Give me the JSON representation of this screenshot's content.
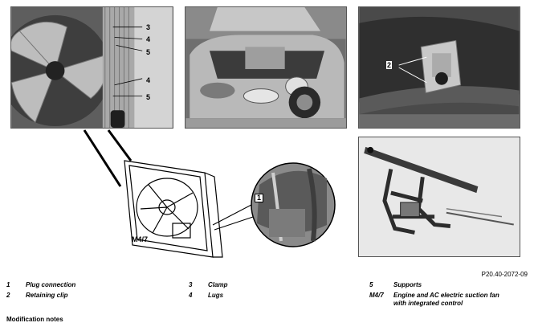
{
  "photos": {
    "fan_radiator": {
      "callouts": [
        "3",
        "4",
        "5",
        "4",
        "5"
      ]
    },
    "engine_bay": {},
    "support": {
      "callouts": [
        "2"
      ]
    },
    "frame": {}
  },
  "drawing": {
    "callout": "1",
    "fig_label": "M4/7"
  },
  "reference_code": "P20.40-2072-09",
  "legend": [
    {
      "num": "1",
      "text": "Plug connection"
    },
    {
      "num": "2",
      "text": "Retaining clip"
    },
    {
      "num": "3",
      "text": "Clamp"
    },
    {
      "num": "4",
      "text": "Lugs"
    },
    {
      "num": "5",
      "text": "Supports"
    },
    {
      "num": "M4/7",
      "text": "Engine and AC electric suction fan"
    },
    {
      "num": "",
      "text": "with integrated control"
    }
  ],
  "notes_heading": "Modification notes"
}
